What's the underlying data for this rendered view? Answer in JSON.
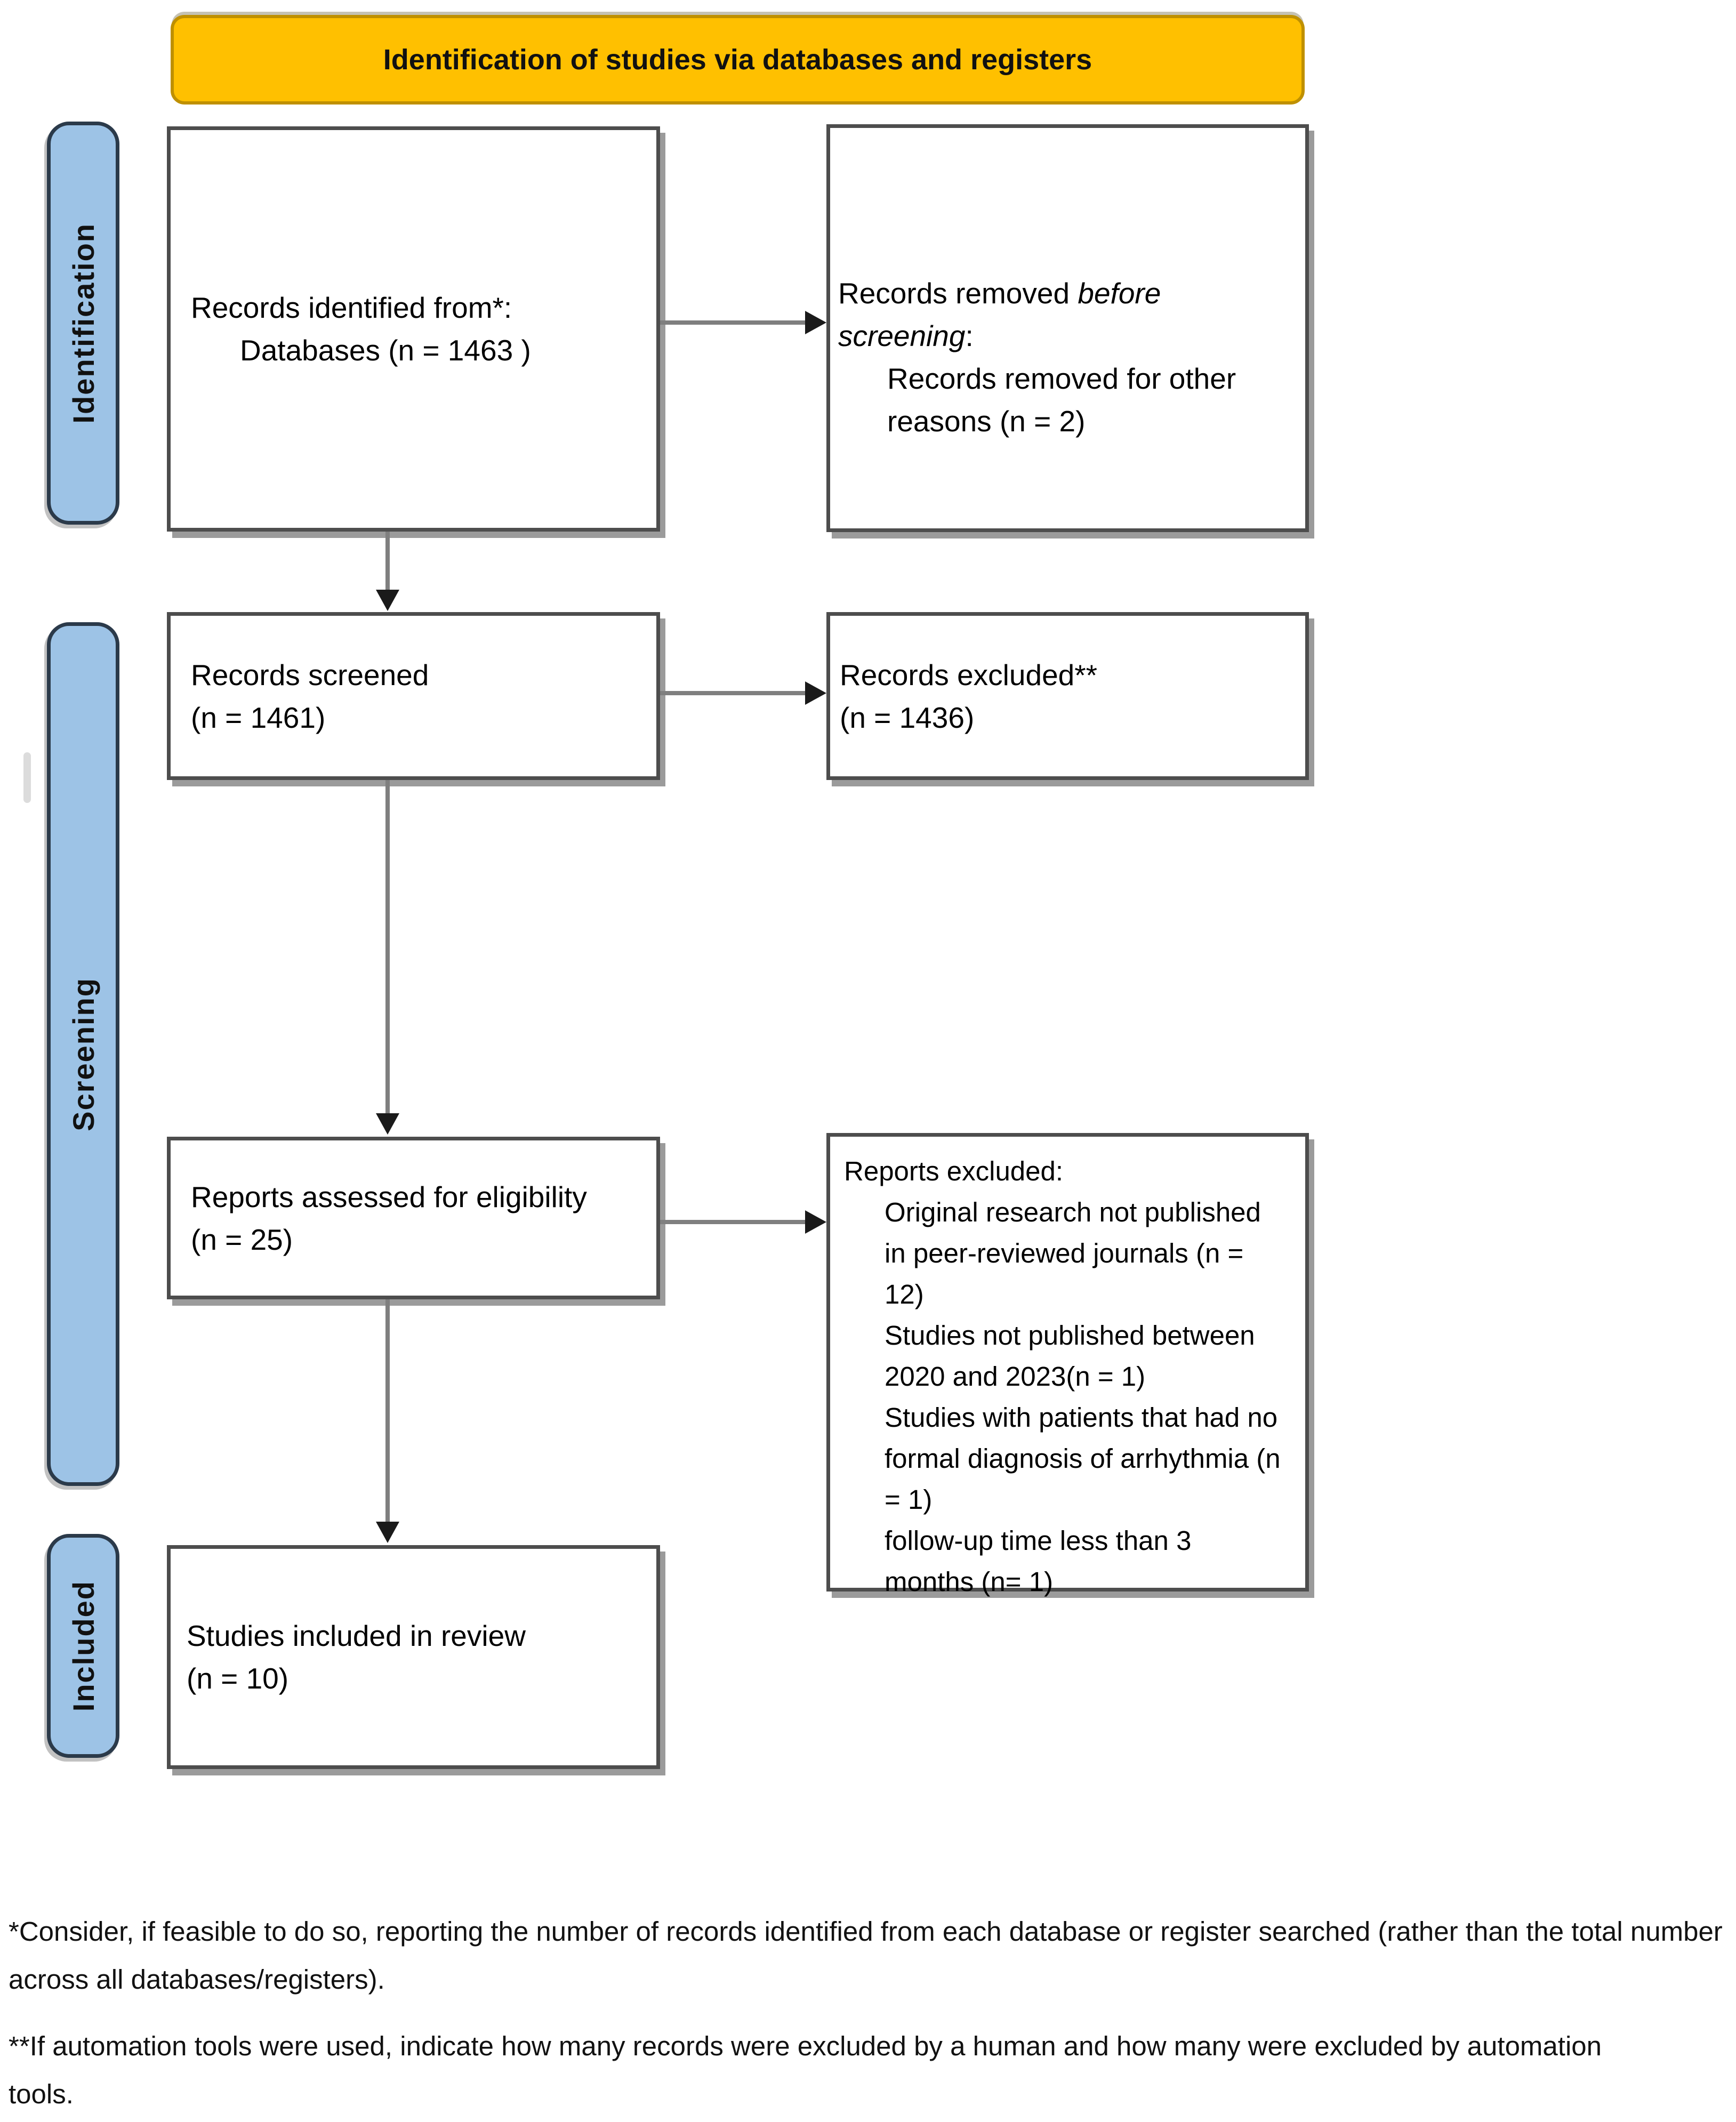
{
  "banner": {
    "label": "Identification of studies via databases and registers"
  },
  "stages": [
    {
      "label": "Identification"
    },
    {
      "label": "Screening"
    },
    {
      "label": "Included"
    }
  ],
  "boxes": {
    "identified": {
      "line1": "Records identified from*:",
      "line2": "Databases (n = 1463 )"
    },
    "removed_before": {
      "part_plain": "Records removed ",
      "part_italic_line1": "before",
      "part_italic_line2": "screening",
      "part_colon": ":",
      "item_line1": "Records removed for other",
      "item_line2": "reasons (n = 2)"
    },
    "screened": {
      "line1": "Records screened",
      "line2": "(n = 1461)"
    },
    "excluded": {
      "line1": "Records excluded**",
      "line2": "(n = 1436)"
    },
    "assessed": {
      "line1": "Reports assessed for eligibility",
      "line2": "(n = 25)"
    },
    "reports_excluded": {
      "title": "Reports excluded:",
      "lines": [
        "Original research not published",
        "in peer-reviewed journals (n =",
        "12)",
        "Studies not published between",
        "2020 and 2023(n = 1)",
        "Studies with patients that had no",
        "formal diagnosis of arrhythmia (n",
        "= 1)",
        "follow-up time less than 3",
        "months (n= 1)"
      ]
    },
    "included": {
      "line1": "Studies included in review",
      "line2": "(n = 10)"
    }
  },
  "footnotes": {
    "first": "*Consider, if feasible to do so, reporting the number of records identified from each database or register searched (rather than the total number across all databases/registers).",
    "second": "**If automation tools were used, indicate how many records were excluded by a human and how many were excluded by automation tools."
  },
  "colors": {
    "banner_bg": "#FFC000",
    "banner_border": "#BF9000",
    "stage_bg": "#9DC3E6",
    "stage_border": "#2B3A4A",
    "box_border": "#4D4D4D",
    "shadow": "#9B9B9B",
    "arrow_line": "#7F7F7F",
    "arrow_head": "#1A1A1A"
  }
}
